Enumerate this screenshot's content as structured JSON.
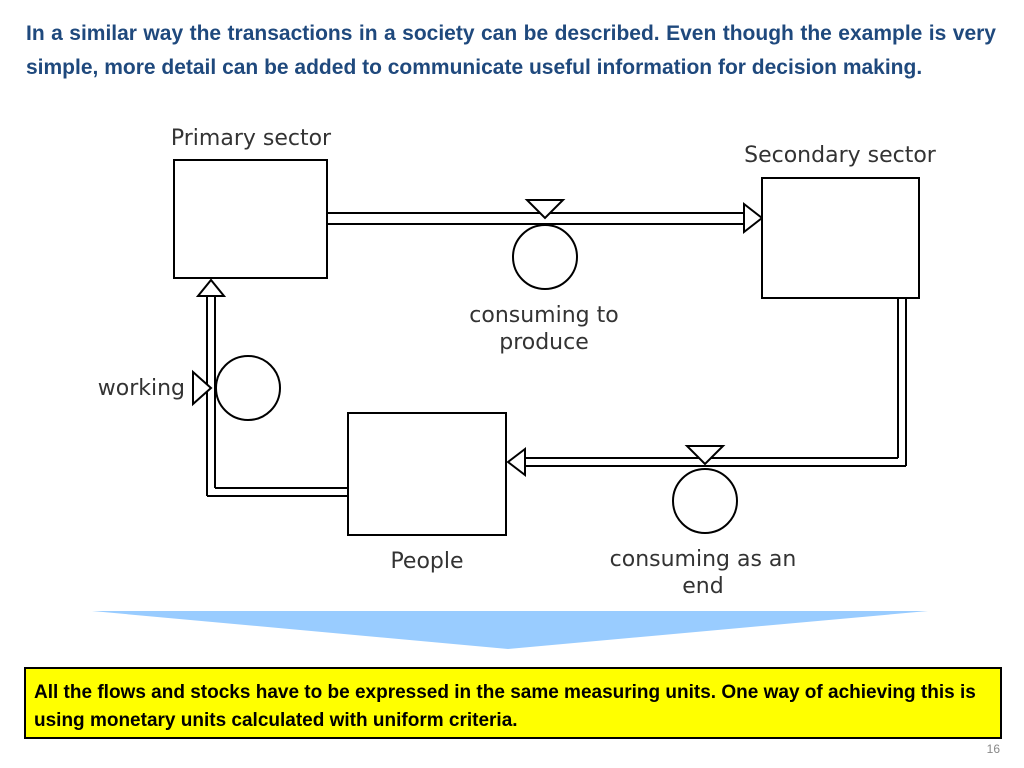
{
  "intro_text": "In a similar way the transactions in a society can be described.  Even though the example is very simple, more detail can be added to communicate useful information for decision making.",
  "diagram": {
    "stocks": {
      "primary": "Primary sector",
      "secondary": "Secondary sector",
      "people": "People"
    },
    "flows": {
      "consuming_to_produce": [
        "consuming to",
        "produce"
      ],
      "working": "working",
      "consuming_as_an_end": [
        "consuming as an",
        "end"
      ]
    }
  },
  "note_text": "All the flows and stocks have to be expressed in the same measuring units.  One way of achieving this is using monetary units calculated with uniform criteria.",
  "page_number": "16",
  "colors": {
    "title_text": "#1f497d",
    "note_background": "#ffff00",
    "arrow_fill": "#99ccff"
  }
}
